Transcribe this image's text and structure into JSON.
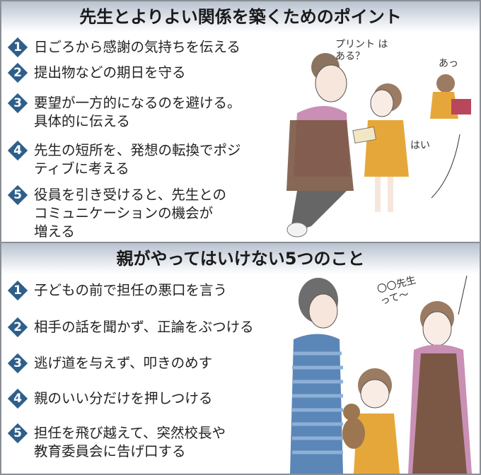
{
  "section1": {
    "title": "先生とよりよい関係を築くためのポイント",
    "items": [
      {
        "num": "1",
        "text": "日ごろから感謝の気持ちを伝える"
      },
      {
        "num": "2",
        "text": "提出物などの期日を守る"
      },
      {
        "num": "3",
        "text": "要望が一方的になるのを避ける。\n具体的に伝える"
      },
      {
        "num": "4",
        "text": "先生の短所を、発想の転換でポジ\nティブに考える"
      },
      {
        "num": "5",
        "text": "役員を引き受けると、先生との\nコミュニケーションの機会が\n増える"
      }
    ],
    "speech": {
      "mother": "プリント は\nある？",
      "child": "はい",
      "child2": "あっ"
    }
  },
  "section2": {
    "title": "親がやってはいけない5つのこと",
    "items": [
      {
        "num": "1",
        "text": "子どもの前で担任の悪口を言う"
      },
      {
        "num": "2",
        "text": "相手の話を聞かず、正論をぶつける"
      },
      {
        "num": "3",
        "text": "逃げ道を与えず、叩きのめす"
      },
      {
        "num": "4",
        "text": "親のいい分だけを押しつける"
      },
      {
        "num": "5",
        "text": "担任を飛び越えて、突然校長や\n教育委員会に告げ口する"
      }
    ],
    "speech": {
      "mother": "〇〇先生\nって〜"
    }
  },
  "colors": {
    "marker": "#2e5f8a",
    "header_gradient_top": "#b9c2cf",
    "border": "#8a8f96"
  }
}
